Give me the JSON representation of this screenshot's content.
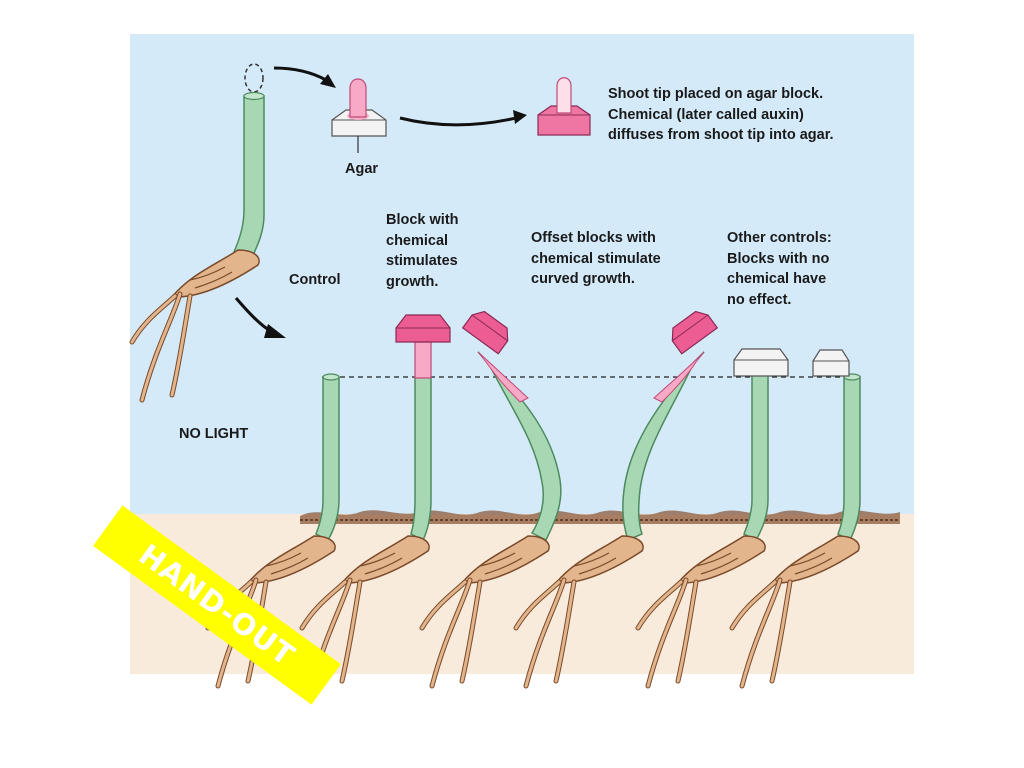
{
  "labels": {
    "agar": "Agar",
    "step_caption": "Shoot tip placed on agar block. Chemical (later called auxin) diffuses from shoot tip into agar.",
    "control": "Control",
    "block_with_chemical": "Block with chemical stimulates growth.",
    "offset_blocks": "Offset blocks with chemical stimulate curved growth.",
    "other_controls": "Other controls: Blocks with no chemical have no effect.",
    "no_light": "NO LIGHT"
  },
  "badge": {
    "text": "HAND-OUT"
  },
  "colors": {
    "sky": "#d4eaf9",
    "soil": "#f8ebdc",
    "stem": "#a7d8b3",
    "stem_outline": "#4d8a5f",
    "auxin_pink": "#ec5d93",
    "auxin_light": "#f7a9c5",
    "seed": "#e2b58c",
    "agar_block": "#f3f3f3",
    "badge": "#ffff00"
  }
}
